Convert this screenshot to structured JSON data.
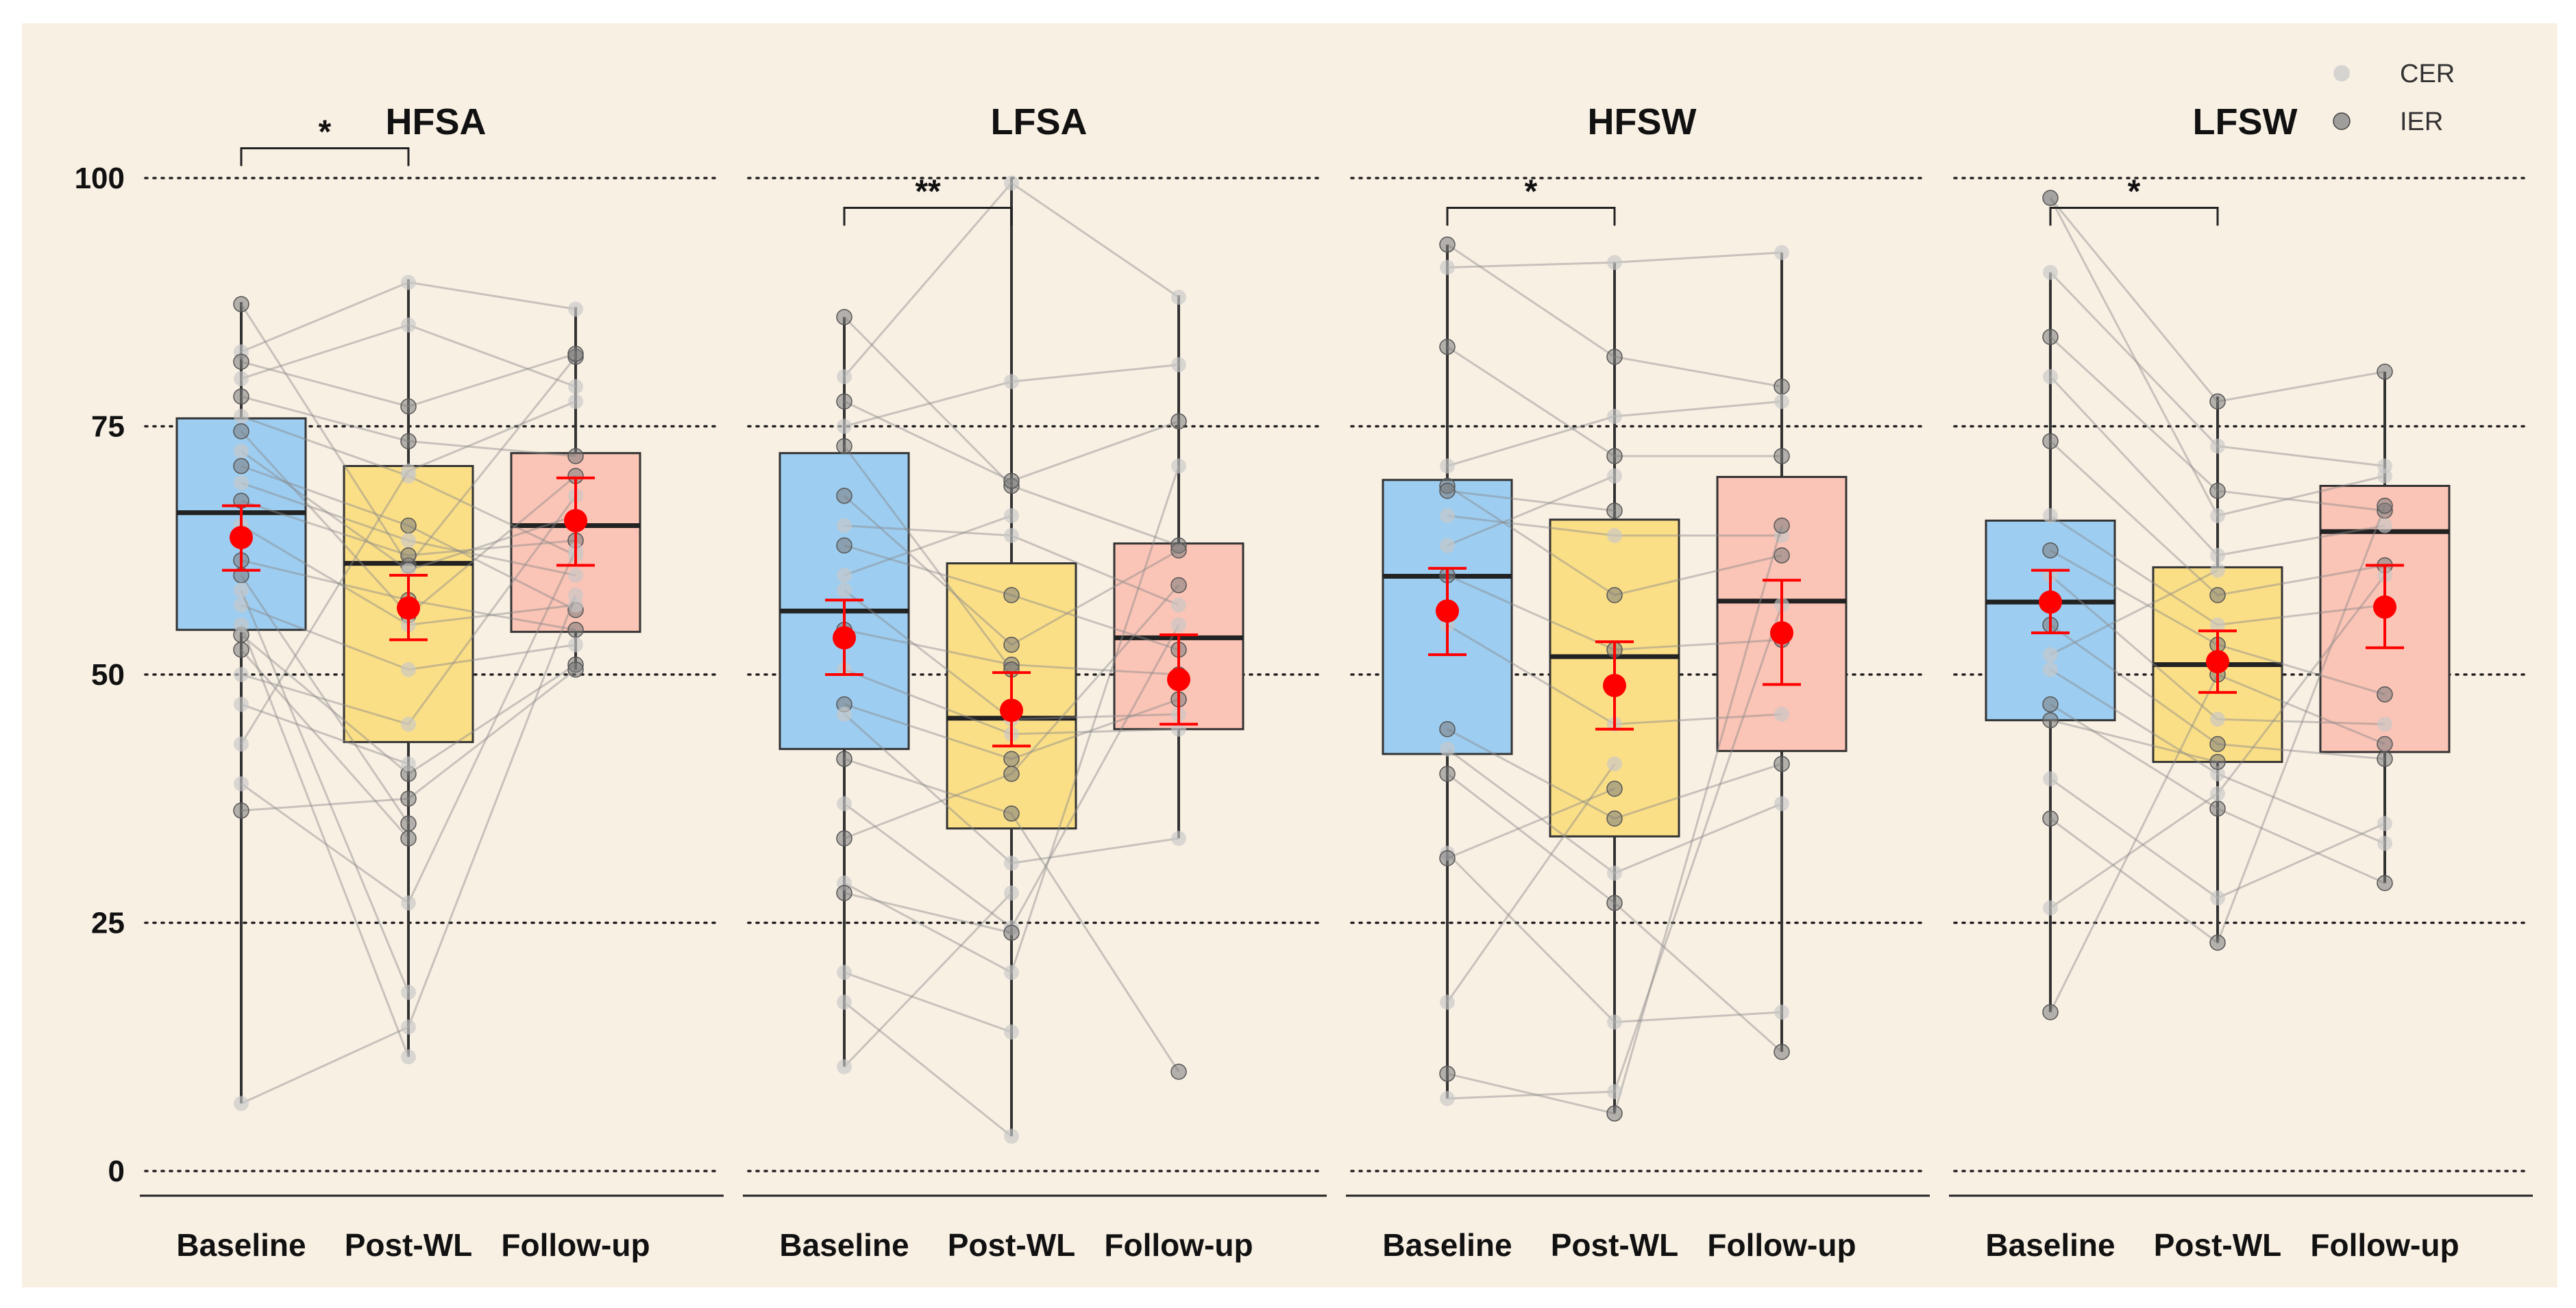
{
  "chart_data": {
    "type": "boxplot",
    "y_range": [
      0,
      100
    ],
    "y_ticks": [
      0,
      25,
      50,
      75,
      100
    ],
    "grid": "horizontal-dotted",
    "legend_placement": "top-right",
    "categories": [
      "Baseline",
      "Post-WL",
      "Follow-up"
    ],
    "category_colors": [
      "#9DCDF0",
      "#FBDF87",
      "#FAC4B6"
    ],
    "mean_color": "#FF0000",
    "legend": [
      {
        "label": "CER",
        "color": "#C8C8C8"
      },
      {
        "label": "IER",
        "color": "#7A7A7A"
      }
    ],
    "panels": [
      {
        "title": "HFSA",
        "significance": [
          {
            "from": 0,
            "to": 1,
            "label": "*",
            "y": 103
          }
        ],
        "boxes": [
          {
            "q1": 54.5,
            "median": 66.3,
            "q3": 75.8,
            "whisker_low": 6.8,
            "whisker_high": 87.5,
            "mean": 63.8,
            "ci_low": 60.5,
            "ci_high": 67.0
          },
          {
            "q1": 43.2,
            "median": 61.2,
            "q3": 71.0,
            "whisker_low": 11.5,
            "whisker_high": 89.8,
            "mean": 56.7,
            "ci_low": 53.5,
            "ci_high": 60.0
          },
          {
            "q1": 54.3,
            "median": 65.0,
            "q3": 72.3,
            "whisker_low": 50.5,
            "whisker_high": 87.0,
            "mean": 65.5,
            "ci_low": 61.0,
            "ci_high": 69.8
          }
        ],
        "participants": [
          {
            "group": "IER",
            "values": [
              87.3,
              61.0,
              82.0
            ]
          },
          {
            "group": "CER",
            "values": [
              82.5,
              89.5,
              86.8
            ]
          },
          {
            "group": "IER",
            "values": [
              81.5,
              77.0,
              82.3
            ]
          },
          {
            "group": "CER",
            "values": [
              79.8,
              85.2,
              79.0
            ]
          },
          {
            "group": "IER",
            "values": [
              78.0,
              73.5,
              72.0
            ]
          },
          {
            "group": "CER",
            "values": [
              76.0,
              70.0,
              62.0
            ]
          },
          {
            "group": "IER",
            "values": [
              74.5,
              56.0,
              70.0
            ]
          },
          {
            "group": "CER",
            "values": [
              72.5,
              60.5,
              66.0
            ]
          },
          {
            "group": "IER",
            "values": [
              71.0,
              65.0,
              56.5
            ]
          },
          {
            "group": "CER",
            "values": [
              69.3,
              63.5,
              60.0
            ]
          },
          {
            "group": "IER",
            "values": [
              67.5,
              62.0,
              63.5
            ]
          },
          {
            "group": "CER",
            "values": [
              65.0,
              55.0,
              57.0
            ]
          },
          {
            "group": "IER",
            "values": [
              61.5,
              57.5,
              54.5
            ]
          },
          {
            "group": "CER",
            "values": [
              57.0,
              50.5,
              53.0
            ]
          },
          {
            "group": "IER",
            "values": [
              54.0,
              40.0,
              51.0
            ]
          },
          {
            "group": "CER",
            "values": [
              50.0,
              45.0,
              68.0
            ]
          },
          {
            "group": "CER",
            "values": [
              43.0,
              70.5,
              77.5
            ]
          },
          {
            "group": "CER",
            "values": [
              39.0,
              27.0,
              62.5
            ]
          },
          {
            "group": "IER",
            "values": [
              36.3,
              37.5,
              50.5
            ]
          },
          {
            "group": "CER",
            "values": [
              6.8,
              14.5,
              58.0
            ]
          },
          {
            "group": "IER",
            "values": [
              60.0,
              35.0,
              null
            ]
          },
          {
            "group": "CER",
            "values": [
              58.5,
              18.0,
              null
            ]
          },
          {
            "group": "CER",
            "values": [
              55.0,
              11.5,
              null
            ]
          },
          {
            "group": "IER",
            "values": [
              52.5,
              33.5,
              null
            ]
          },
          {
            "group": "CER",
            "values": [
              47.0,
              41.0,
              null
            ]
          }
        ]
      },
      {
        "title": "LFSA",
        "significance": [
          {
            "from": 0,
            "to": 1,
            "label": "**",
            "y": 97
          }
        ],
        "boxes": [
          {
            "q1": 42.5,
            "median": 56.4,
            "q3": 72.3,
            "whisker_low": 10.5,
            "whisker_high": 86.0,
            "mean": 53.7,
            "ci_low": 50.0,
            "ci_high": 57.5
          },
          {
            "q1": 34.5,
            "median": 45.6,
            "q3": 61.2,
            "whisker_low": 3.5,
            "whisker_high": 100.0,
            "mean": 46.4,
            "ci_low": 42.8,
            "ci_high": 50.2
          },
          {
            "q1": 44.5,
            "median": 53.7,
            "q3": 63.2,
            "whisker_low": 33.5,
            "whisker_high": 88.2,
            "mean": 49.5,
            "ci_low": 45.0,
            "ci_high": 54.0
          }
        ],
        "participants": [
          {
            "group": "IER",
            "values": [
              86.0,
              69.0,
              63.0
            ]
          },
          {
            "group": "CER",
            "values": [
              80.0,
              99.5,
              88.0
            ]
          },
          {
            "group": "IER",
            "values": [
              77.5,
              69.5,
              75.5
            ]
          },
          {
            "group": "CER",
            "values": [
              75.0,
              79.5,
              81.2
            ]
          },
          {
            "group": "IER",
            "values": [
              68.0,
              53.0,
              62.5
            ]
          },
          {
            "group": "CER",
            "values": [
              65.0,
              64.0,
              57.0
            ]
          },
          {
            "group": "IER",
            "values": [
              63.0,
              58.0,
              52.5
            ]
          },
          {
            "group": "CER",
            "values": [
              58.5,
              45.5,
              46.0
            ]
          },
          {
            "group": "IER",
            "values": [
              54.5,
              51.0,
              50.0
            ]
          },
          {
            "group": "CER",
            "values": [
              50.5,
              44.0,
              44.5
            ]
          },
          {
            "group": "IER",
            "values": [
              47.0,
              41.5,
              47.5
            ]
          },
          {
            "group": "CER",
            "values": [
              46.0,
              31.0,
              33.5
            ]
          },
          {
            "group": "IER",
            "values": [
              41.5,
              36.0,
              10.0
            ]
          },
          {
            "group": "CER",
            "values": [
              37.0,
              24.5,
              55.0
            ]
          },
          {
            "group": "IER",
            "values": [
              33.5,
              40.0,
              59.0
            ]
          },
          {
            "group": "CER",
            "values": [
              29.0,
              20.0,
              71.0
            ]
          },
          {
            "group": "IER",
            "values": [
              28.0,
              24.0,
              null
            ]
          },
          {
            "group": "CER",
            "values": [
              20.0,
              14.0,
              null
            ]
          },
          {
            "group": "CER",
            "values": [
              17.0,
              3.5,
              null
            ]
          },
          {
            "group": "CER",
            "values": [
              10.5,
              28.0,
              null
            ]
          },
          {
            "group": "IER",
            "values": [
              73.0,
              50.5,
              null
            ]
          },
          {
            "group": "CER",
            "values": [
              60.0,
              66.0,
              null
            ]
          }
        ]
      },
      {
        "title": "HFSW",
        "significance": [
          {
            "from": 0,
            "to": 1,
            "label": "*",
            "y": 97
          }
        ],
        "boxes": [
          {
            "q1": 42.0,
            "median": 59.9,
            "q3": 69.6,
            "whisker_low": 7.3,
            "whisker_high": 93.3,
            "mean": 56.4,
            "ci_low": 52.0,
            "ci_high": 60.7
          },
          {
            "q1": 33.7,
            "median": 51.8,
            "q3": 65.6,
            "whisker_low": 5.8,
            "whisker_high": 91.5,
            "mean": 48.9,
            "ci_low": 44.5,
            "ci_high": 53.3
          },
          {
            "q1": 42.3,
            "median": 57.4,
            "q3": 69.9,
            "whisker_low": 12.0,
            "whisker_high": 92.5,
            "mean": 54.2,
            "ci_low": 49.0,
            "ci_high": 59.5
          },
          null
        ],
        "participants": [
          {
            "group": "IER",
            "values": [
              93.3,
              82.0,
              79.0
            ]
          },
          {
            "group": "CER",
            "values": [
              91.0,
              91.5,
              92.5
            ]
          },
          {
            "group": "IER",
            "values": [
              83.0,
              72.0,
              72.0
            ]
          },
          {
            "group": "CER",
            "values": [
              71.0,
              76.0,
              77.5
            ]
          },
          {
            "group": "IER",
            "values": [
              69.0,
              58.0,
              62.0
            ]
          },
          {
            "group": "CER",
            "values": [
              66.0,
              64.0,
              64.0
            ]
          },
          {
            "group": "IER",
            "values": [
              60.0,
              52.5,
              53.5
            ]
          },
          {
            "group": "CER",
            "values": [
              55.0,
              45.0,
              46.0
            ]
          },
          {
            "group": "IER",
            "values": [
              44.5,
              35.5,
              41.0
            ]
          },
          {
            "group": "CER",
            "values": [
              42.5,
              30.0,
              37.0
            ]
          },
          {
            "group": "IER",
            "values": [
              40.0,
              27.0,
              12.0
            ]
          },
          {
            "group": "CER",
            "values": [
              32.0,
              15.0,
              16.0
            ]
          },
          {
            "group": "IER",
            "values": [
              9.8,
              5.8,
              65.0
            ]
          },
          {
            "group": "CER",
            "values": [
              7.3,
              8.0,
              57.0
            ]
          },
          {
            "group": "CER",
            "values": [
              17.0,
              41.0,
              null
            ]
          },
          {
            "group": "IER",
            "values": [
              31.5,
              38.5,
              null
            ]
          },
          {
            "group": "CER",
            "values": [
              63.0,
              70.0,
              null
            ]
          },
          {
            "group": "IER",
            "values": [
              68.5,
              66.5,
              null
            ]
          }
        ]
      },
      {
        "title": "LFSW",
        "significance": [
          {
            "from": 0,
            "to": 1,
            "label": "*",
            "y": 97
          }
        ],
        "boxes": [
          {
            "q1": 45.4,
            "median": 57.3,
            "q3": 65.5,
            "whisker_low": 16.0,
            "whisker_high": 90.5,
            "mean": 57.3,
            "ci_low": 54.2,
            "ci_high": 60.5
          },
          {
            "q1": 41.2,
            "median": 51.0,
            "q3": 60.8,
            "whisker_low": 23.0,
            "whisker_high": 78.0,
            "mean": 51.3,
            "ci_low": 48.2,
            "ci_high": 54.4
          },
          {
            "q1": 42.2,
            "median": 64.4,
            "q3": 69.0,
            "whisker_low": 29.0,
            "whisker_high": 80.5,
            "mean": 56.8,
            "ci_low": 52.7,
            "ci_high": 61.0
          }
        ],
        "participants": [
          {
            "group": "CER",
            "values": [
              98.0,
              66.0,
              70.0
            ]
          },
          {
            "group": "IER",
            "values": [
              98.0,
              77.5,
              80.5
            ]
          },
          {
            "group": "CER",
            "values": [
              90.5,
              73.0,
              71.0
            ]
          },
          {
            "group": "IER",
            "values": [
              84.0,
              68.5,
              66.5
            ]
          },
          {
            "group": "CER",
            "values": [
              80.0,
              62.0,
              65.0
            ]
          },
          {
            "group": "IER",
            "values": [
              73.5,
              58.0,
              61.0
            ]
          },
          {
            "group": "CER",
            "values": [
              66.0,
              55.0,
              57.0
            ]
          },
          {
            "group": "IER",
            "values": [
              62.5,
              53.0,
              48.0
            ]
          },
          {
            "group": "CER",
            "values": [
              60.0,
              45.5,
              45.0
            ]
          },
          {
            "group": "IER",
            "values": [
              55.0,
              43.0,
              41.5
            ]
          },
          {
            "group": "CER",
            "values": [
              50.5,
              40.0,
              33.0
            ]
          },
          {
            "group": "IER",
            "values": [
              47.0,
              36.5,
              29.0
            ]
          },
          {
            "group": "CER",
            "values": [
              39.5,
              27.5,
              35.0
            ]
          },
          {
            "group": "IER",
            "values": [
              35.5,
              23.0,
              67.0
            ]
          },
          {
            "group": "CER",
            "values": [
              26.5,
              38.0,
              60.0
            ]
          },
          {
            "group": "IER",
            "values": [
              16.0,
              50.0,
              43.0
            ]
          },
          {
            "group": "CER",
            "values": [
              52.0,
              60.5,
              null
            ]
          },
          {
            "group": "IER",
            "values": [
              45.4,
              41.2,
              null
            ]
          }
        ]
      }
    ]
  }
}
